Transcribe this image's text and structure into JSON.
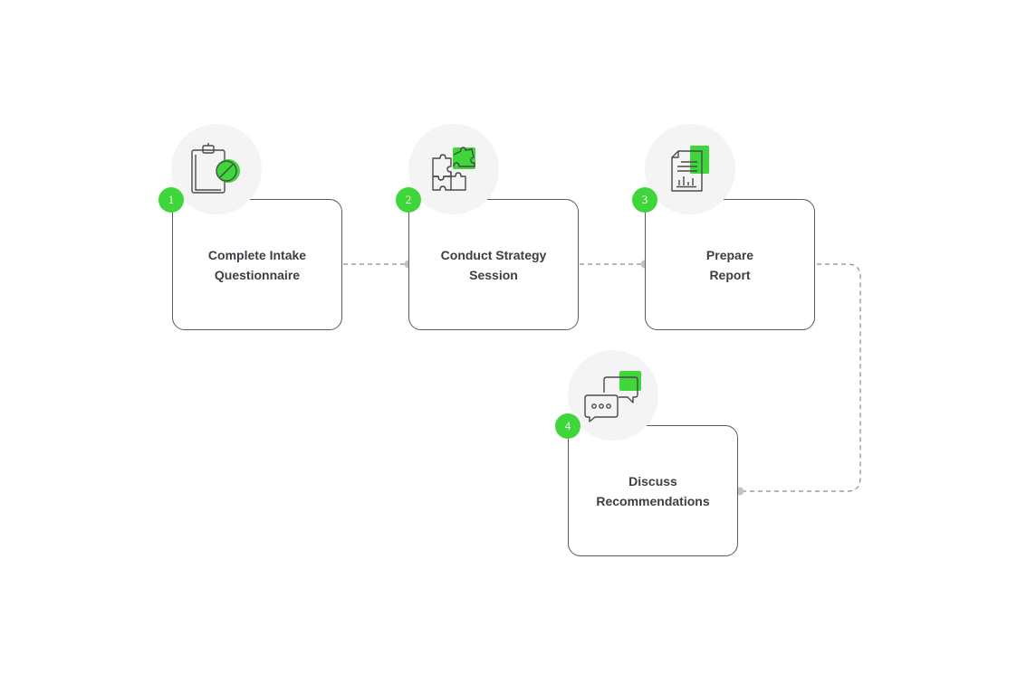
{
  "colors": {
    "accent": "#3ed63a",
    "card_border": "#5a5a5a",
    "text": "#3b3f45",
    "icon_bg": "#f4f4f4",
    "connector": "#8a8a8a",
    "connector_dot": "#c4c4c4"
  },
  "steps": [
    {
      "number": "1",
      "line1": "Complete Intake",
      "line2": "Questionnaire",
      "icon": "clipboard-check-icon"
    },
    {
      "number": "2",
      "line1": "Conduct Strategy",
      "line2": "Session",
      "icon": "puzzle-icon"
    },
    {
      "number": "3",
      "line1": "Prepare",
      "line2": "Report",
      "icon": "report-chart-icon"
    },
    {
      "number": "4",
      "line1": "Discuss",
      "line2": "Recommendations",
      "icon": "chat-bubbles-icon"
    }
  ]
}
